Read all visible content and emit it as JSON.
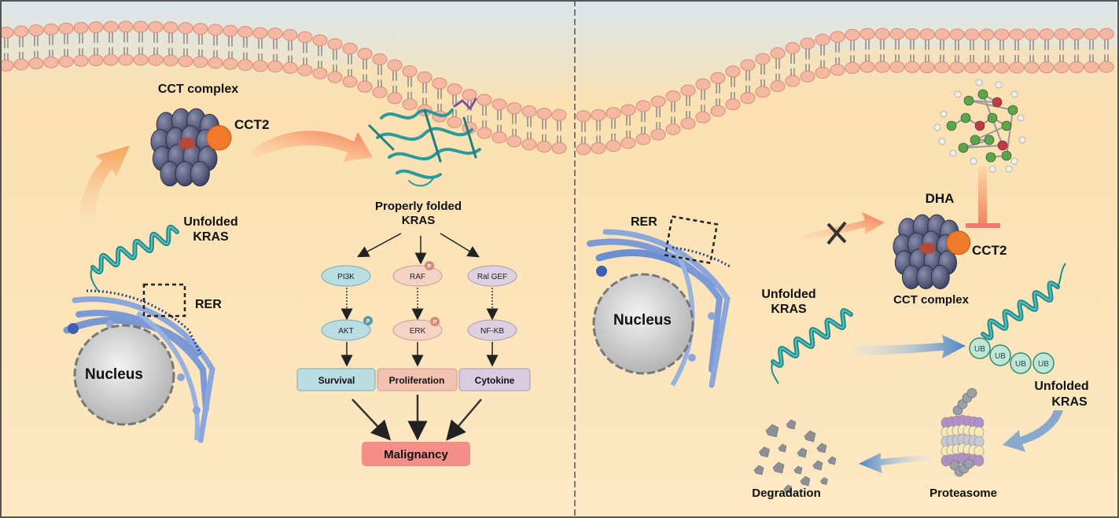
{
  "left_panel": {
    "cct_complex_label": "CCT complex",
    "cct2_label": "CCT2",
    "unfolded_kras_line1": "Unfolded",
    "unfolded_kras_line2": "KRAS",
    "rer_label": "RER",
    "nucleus_label": "Nucleus",
    "properly_folded_line1": "Properly folded",
    "properly_folded_line2": "KRAS",
    "pathways": [
      {
        "upstream": "PI3K",
        "downstream": "AKT",
        "outcome": "Survival",
        "color": "#b9dde3"
      },
      {
        "upstream": "RAF",
        "downstream": "ERK",
        "outcome": "Proliferation",
        "color": "#f2c2b0"
      },
      {
        "upstream": "Ral GEF",
        "downstream": "NF-KB",
        "outcome": "Cytokine",
        "color": "#d9cbe0"
      }
    ],
    "phospho_label": "P",
    "malignancy_label": "Malignancy"
  },
  "right_panel": {
    "rer_label": "RER",
    "nucleus_label": "Nucleus",
    "dha_label": "DHA",
    "cct2_label": "CCT2",
    "cct_complex_label": "CCT complex",
    "unfolded_kras_left_line1": "Unfolded",
    "unfolded_kras_left_line2": "KRAS",
    "unfolded_kras_right_line1": "Unfolded",
    "unfolded_kras_right_line2": "KRAS",
    "ub_label": "UB",
    "proteasome_label": "Proteasome",
    "degradation_label": "Degradation"
  },
  "colors": {
    "background_top": "#dde8ef",
    "background_bottom": "#fbeccd",
    "cytoplasm": "#fbd89a",
    "lipid_head": "#f4b8a3",
    "cct_subunit": "#4f5471",
    "cct2": "#f07a2a",
    "helix": "#1f8c8c",
    "er": "#6b8fd0",
    "malignancy": "#f38f88"
  }
}
